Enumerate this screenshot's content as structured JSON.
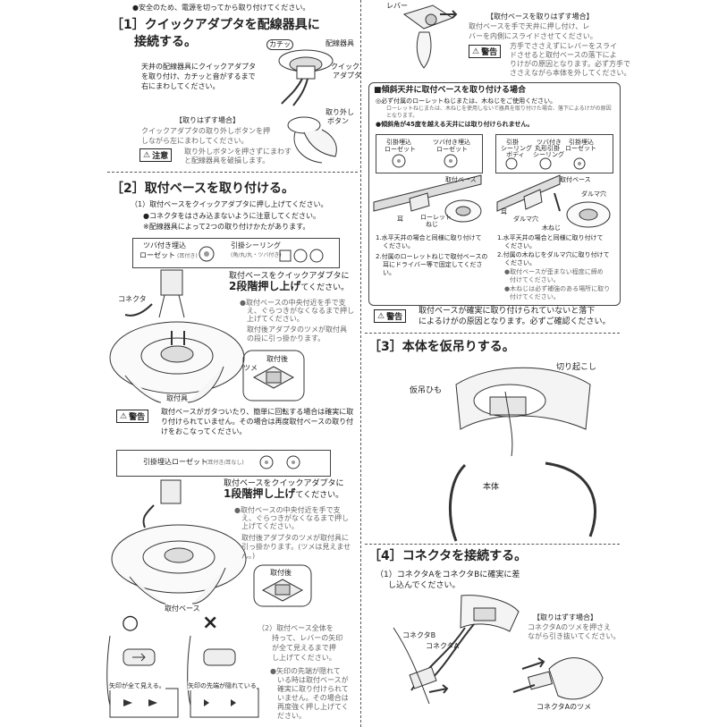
{
  "top_note": "●安全のため、電源を切ってから取り付けてください。",
  "s1": {
    "title1": "［1］クイックアダプタを配線器具に",
    "title2": "接続する。",
    "label_kachi": "カチッ",
    "label_haisen": "配線器具",
    "label_quick1": "クイック",
    "label_quick2": "アダプタ",
    "body": [
      "天井の配線器具にクイックアダプタ",
      "を取り付け、カチッと音がするまで",
      "右にまわしてください。"
    ],
    "remove_title": "【取りはずす場合】",
    "remove_body": [
      "クイックアダプタの取り外しボタンを押",
      "しながら左にまわしてください。"
    ],
    "btn1": "取り外し",
    "btn2": "ボタン",
    "caution": "注意",
    "caution_body": [
      "取り外しボタンを押さずにまわす",
      "と配線器具を破損します。"
    ]
  },
  "s2": {
    "title": "［2］取付ベースを取り付ける。",
    "step1": "（1）取付ベースをクイックアダプタに押し上げてください。",
    "note1": "●コネクタをはさみ込まないように注意してください。",
    "note2": "※配線器具によって2つの取り付けかたがあります。",
    "box1_a": "ツバ付き埋込",
    "box1_b": "ローゼット",
    "box1_c": "(耳付き)",
    "box1_d": "引掛シーリング",
    "box1_e": "(角/丸/丸・ツバ付き)",
    "push2_a": "取付ベースをクイックアダプタに",
    "push2_b": "2段階押し上げ",
    "push2_c": "てください。",
    "connector": "コネクタ",
    "inst_a": [
      "●取付ベースの中央付近を手で支",
      "え、ぐらつきがなくなるまで押し",
      "上げてください。"
    ],
    "inst_b": [
      "取付後アダプタのツメが取付具",
      "の段に引っ掛かります。"
    ],
    "after": "取付後",
    "tsume": "ツメ",
    "torituke_gu": "取付具",
    "warn": "警告",
    "warn_body": [
      "取付ベースがガタついたり、簡単に回転する場合は確実に取",
      "り付けられていません。その場合は再度取付ベースの取り付",
      "けをおこなってください。"
    ],
    "box2_a": "引掛埋込ローゼット",
    "box2_b": "(耳付き/耳なし)",
    "push1_a": "取付ベースをクイックアダプタに",
    "push1_b": "1段階押し上げ",
    "push1_c": "てください。",
    "inst_c": [
      "●取付ベースの中央付近を手で支",
      "え、ぐらつきがなくなるまで押し",
      "上げてください。"
    ],
    "inst_d": [
      "取付後アダプタのツメが取付具に",
      "引っ掛かります。(ツメは見えませ",
      "ん。)"
    ],
    "after2": "取付後",
    "base": "取付ベース",
    "ok_mark": "○",
    "ng_mark": "×",
    "ok_caption": "矢印が全て見える。",
    "ng_caption": "矢印の先端が隠れている",
    "step2": [
      "（2）取付ベース全体を",
      "持って、レバーの矢印",
      "が全て見えるまで押",
      "し上げてください。"
    ],
    "step2_note": [
      "●矢印の先端が隠れて",
      "いる時は取付ベースが",
      "確実に取り付けられて",
      "いません。その場合は",
      "再度強く押し上げてく",
      "ださい。"
    ]
  },
  "r1": {
    "lever": "レバー",
    "remove_title": "【取付ベースを取りはずす場合】",
    "remove_body": [
      "取付ベースを手で天井に押し付け、レ",
      "バーを内側にスライドさせてください。"
    ],
    "warn": "警告",
    "warn_body": [
      "方手でささえずにレバーをスライ",
      "ドさせると取付ベースの落下によ",
      "りけがの原因となります。必ず方手で",
      "ささえながら本体を外してください。"
    ]
  },
  "slope": {
    "title": "■傾斜天井に取付ベースを取り付ける場合",
    "n1": "◎必ず付属のローレットねじまたは、木ねじをご使用ください。",
    "n1b": [
      "ローレットねじまたは、木ねじを使用しないで器具を取り付けた場合、落下によるけがの原因",
      "となります。"
    ],
    "n2": "●傾斜角が45度を越える天井には取り付けられません。",
    "l_a": "引掛埋込",
    "l_b": "ローゼット",
    "l_c": "ツバ付き埋込",
    "l_d": "ローゼット",
    "base": "取付ベース",
    "mimi": "耳",
    "roulette_a": "ローレット",
    "roulette_b": "ねじ",
    "l_step1": "1.水平天井の場合と同様に取り付けて",
    "l_step1b": "ください。",
    "l_step2": [
      "2.付属のローレットねじで取付ベースの",
      "耳にドライバー等で固定してくださ",
      "い。"
    ],
    "r_a": "引掛",
    "r_b": "シーリング",
    "r_c": "ボディ",
    "r_d": "ツバ付き",
    "r_e": "丸形引掛",
    "r_f": "シーリング",
    "r_g": "引掛埋込",
    "r_h": "ローゼット",
    "base2": "取付ベース",
    "daruma": "ダルマ穴",
    "daruma2": "ダルマ穴",
    "kineji": "木ねじ",
    "r_step1": [
      "1.水平天井の場合と同様に取り付けて",
      "ください。"
    ],
    "r_step2": [
      "2.付属の木ねじをダルマ穴に取り付けて",
      "ください。"
    ],
    "r_note1": [
      "●取付ベースが歪まない程度に締め",
      "付けてください。"
    ],
    "r_note2": [
      "●木ねじは必ず補強のある場所に取り",
      "付けてください。"
    ]
  },
  "r_warn": {
    "label": "警告",
    "body": [
      "取付ベースが確実に取り付けられていないと落下",
      "によるけがの原因となります。必ずご確認ください。"
    ]
  },
  "s3": {
    "title": "［3］本体を仮吊りする。",
    "kiri": "切り起こし",
    "himo": "仮吊ひも",
    "hontai": "本体"
  },
  "s4": {
    "title": "［4］コネクタを接続する。",
    "step": [
      "（1）コネクタAをコネクタBに確実に差",
      "し込んでください。"
    ],
    "cB": "コネクタB",
    "cA": "コネクタA",
    "remove_title": "【取りはずす場合】",
    "remove_body": [
      "コネクタAのツメを押さえ",
      "ながら引き抜いてください。"
    ],
    "tsume": "コネクタAのツメ"
  }
}
